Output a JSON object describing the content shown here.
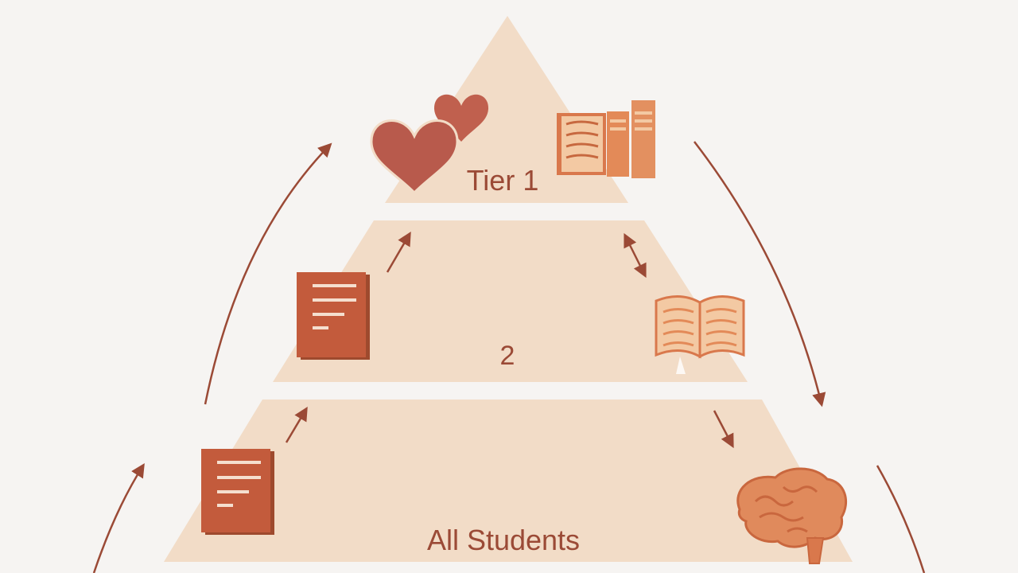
{
  "diagram": {
    "tiers": [
      {
        "label": "Tier 1"
      },
      {
        "label": "2"
      },
      {
        "label": "All Students"
      }
    ],
    "icons": [
      {
        "name": "hearts-icon"
      },
      {
        "name": "bookshelf-icon"
      },
      {
        "name": "document-icon"
      },
      {
        "name": "open-book-icon"
      },
      {
        "name": "document-icon"
      },
      {
        "name": "brain-icon"
      }
    ]
  },
  "colors": {
    "background": "#f6f4f2",
    "tier_fill": "#f2dcc7",
    "accent": "#b85a3e",
    "heart": "#c0604e",
    "book_light": "#e8a06c",
    "text": "#9b4a36"
  }
}
